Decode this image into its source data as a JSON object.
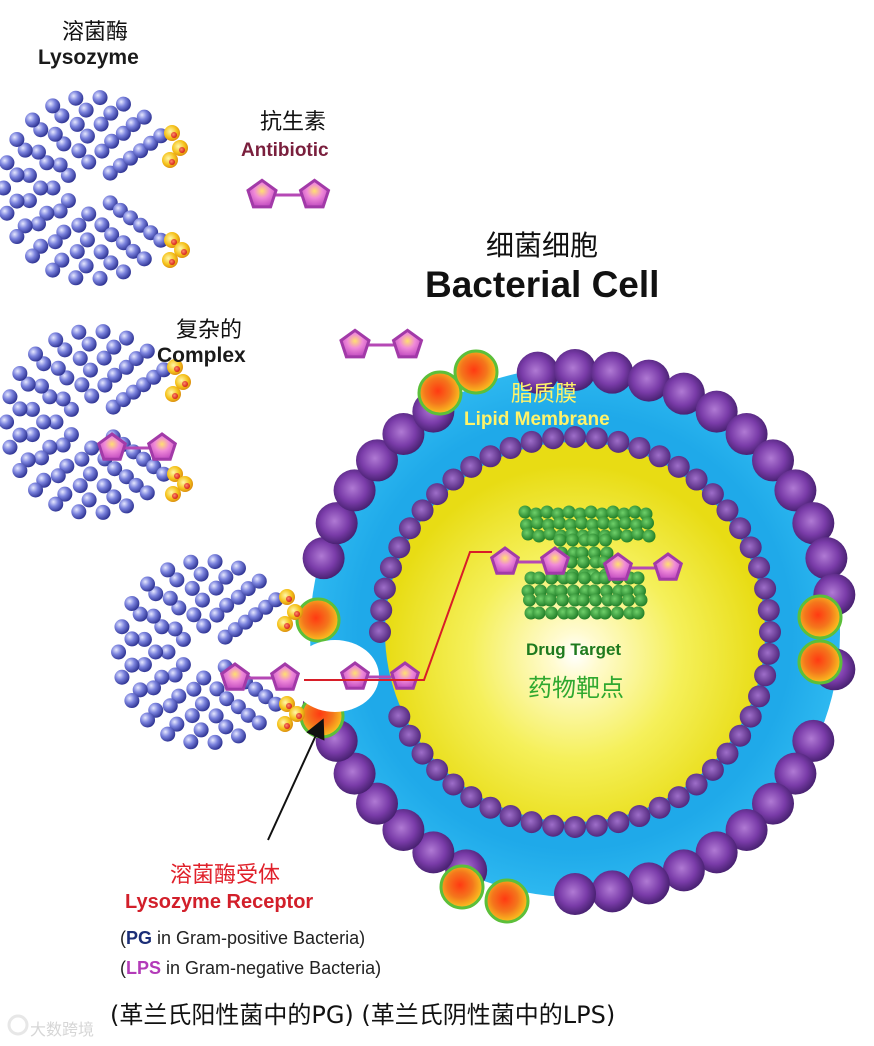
{
  "labels": {
    "lysozyme_cn": "溶菌酶",
    "lysozyme_en": "Lysozyme",
    "antibiotic_cn": "抗生素",
    "antibiotic_en": "Antibiotic",
    "cell_cn": "细菌细胞",
    "cell_en": "Bacterial Cell",
    "complex_cn": "复杂的",
    "complex_en": "Complex",
    "lipid_cn": "脂质膜",
    "lipid_en": "Lipid Membrane",
    "drug_target_en": "Drug Target",
    "drug_target_cn": "药物靶点",
    "receptor_cn": "溶菌酶受体",
    "receptor_en": "Lysozyme Receptor",
    "pg_prefix": "(",
    "pg_abbr": "PG",
    "pg_text": " in Gram-positive Bacteria)",
    "lps_prefix": "(",
    "lps_abbr": "LPS",
    "lps_text": " in Gram-negative Bacteria)",
    "bottom_cn": "(革兰氏阳性菌中的PG) (革兰氏阴性菌中的LPS)",
    "watermark": "大数跨境"
  },
  "colors": {
    "lysozyme_bead": "#5b63c9",
    "antibiotic_pentagon": "#d66ad6",
    "outer_bead": "#7b3ba8",
    "inner_bead": "#6d3fa3",
    "membrane": "#29b6f2",
    "cytoplasm": "#f2f02a",
    "drug_target": "#2f9d3a",
    "receptor": "#f3761d",
    "receptor_ring": "#5cbf3a",
    "arrow_red": "#d81e28"
  }
}
